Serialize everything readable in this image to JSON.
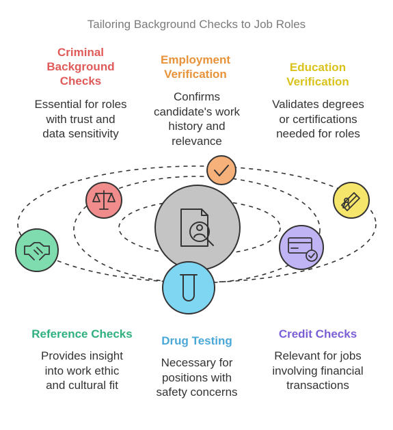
{
  "title": "Tailoring Background Checks to Job Roles",
  "colors": {
    "criminal": "#e05a5a",
    "employment": "#e8923a",
    "education": "#d9c21a",
    "reference": "#2fb07f",
    "drug": "#4aa8d8",
    "credit": "#7b5fd6"
  },
  "items": [
    {
      "key": "criminal",
      "heading": "Criminal\nBackground\nChecks",
      "text": "Essential for roles\nwith trust and\ndata sensitivity",
      "icon": "scales-icon"
    },
    {
      "key": "employment",
      "heading": "Employment\nVerification",
      "text": "Confirms\ncandidate's work\nhistory and\nrelevance",
      "icon": "checkmark-icon"
    },
    {
      "key": "education",
      "heading": "Education\nVerification",
      "text": "Validates degrees\nor certifications\nneeded for roles",
      "icon": "diploma-icon"
    },
    {
      "key": "reference",
      "heading": "Reference Checks",
      "text": "Provides insight\ninto work ethic\nand cultural fit",
      "icon": "handshake-icon"
    },
    {
      "key": "drug",
      "heading": "Drug Testing",
      "text": "Necessary for\npositions with\nsafety concerns",
      "icon": "test-tube-icon"
    },
    {
      "key": "credit",
      "heading": "Credit Checks",
      "text": "Relevant for jobs\ninvolving financial\ntransactions",
      "icon": "credit-card-icon"
    }
  ],
  "center_icon": "candidate-search-icon"
}
